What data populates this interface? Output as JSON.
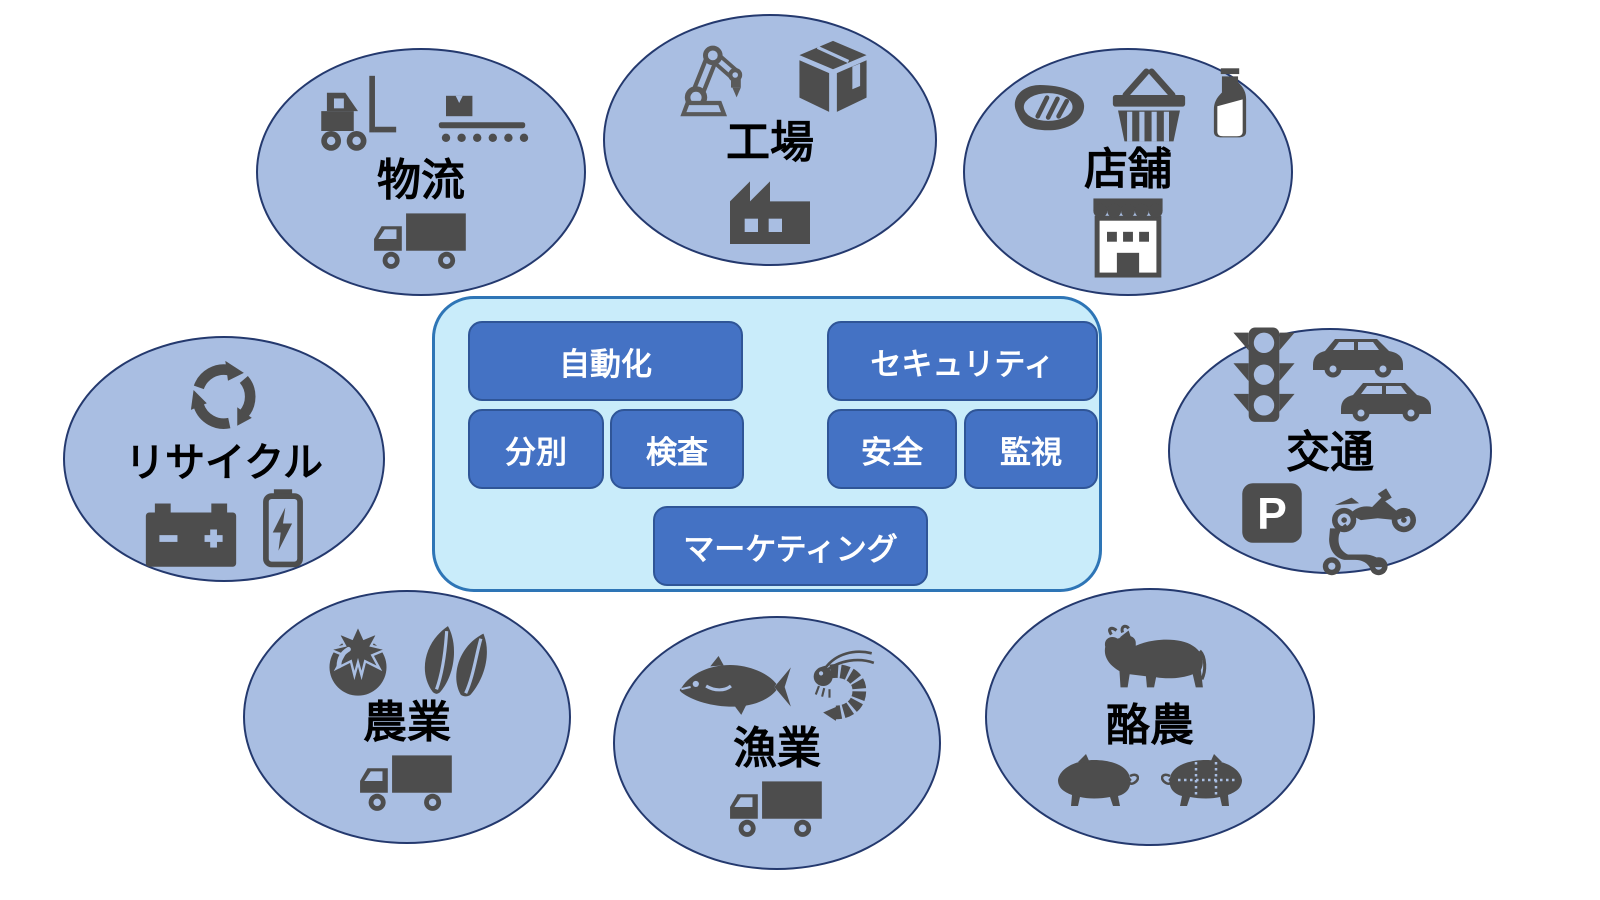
{
  "colors": {
    "ellipse_fill": "#A9BEE2",
    "ellipse_border": "#24396E",
    "panel_fill": "#C9ECFA",
    "panel_border": "#2E75B6",
    "button_fill": "#4472C4",
    "button_border": "#2F5597",
    "button_text": "#FFFFFF",
    "label_text": "#000000",
    "icon_color": "#4D4D4D"
  },
  "center_panel": {
    "buttons": [
      {
        "id": "automation",
        "label": "自動化"
      },
      {
        "id": "security",
        "label": "セキュリティ"
      },
      {
        "id": "sorting",
        "label": "分別"
      },
      {
        "id": "inspection",
        "label": "検査"
      },
      {
        "id": "safety",
        "label": "安全"
      },
      {
        "id": "monitoring",
        "label": "監視"
      },
      {
        "id": "marketing",
        "label": "マーケティング"
      }
    ]
  },
  "groups": [
    {
      "id": "logistics",
      "label": "物流",
      "icons": [
        "forklift",
        "conveyor",
        "truck"
      ]
    },
    {
      "id": "factory",
      "label": "工場",
      "icons": [
        "robot-arm",
        "cardboard-box",
        "factory-building"
      ]
    },
    {
      "id": "store",
      "label": "店舗",
      "icons": [
        "steak",
        "shopping-basket",
        "milk-bottle",
        "storefront"
      ]
    },
    {
      "id": "recycle",
      "label": "リサイクル",
      "icons": [
        "recycle-arrows",
        "car-battery",
        "battery-charge"
      ]
    },
    {
      "id": "traffic",
      "label": "交通",
      "icons": [
        "traffic-light",
        "car",
        "car",
        "parking-sign",
        "motorcycle",
        "scooter"
      ]
    },
    {
      "id": "agriculture",
      "label": "農業",
      "icons": [
        "tomato",
        "leaf-vegetable",
        "truck"
      ]
    },
    {
      "id": "fishery",
      "label": "漁業",
      "icons": [
        "tuna-fish",
        "shrimp",
        "truck"
      ]
    },
    {
      "id": "dairy",
      "label": "酪農",
      "icons": [
        "cow",
        "pig",
        "pig-cuts"
      ]
    }
  ],
  "parking_letter": "P"
}
